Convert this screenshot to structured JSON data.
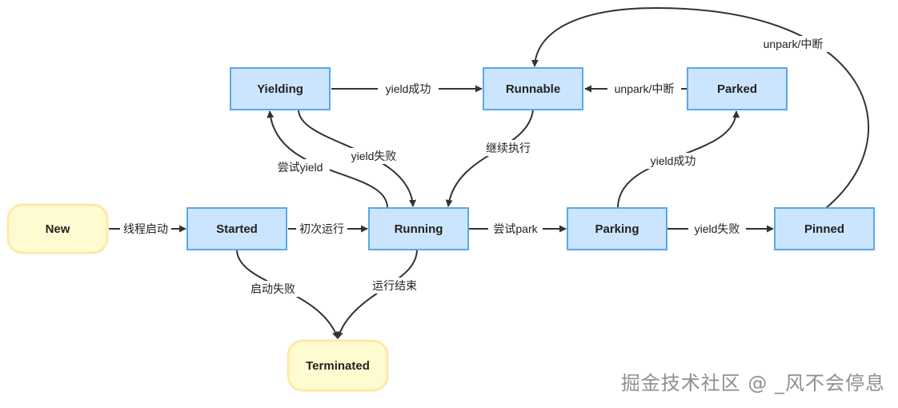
{
  "nodes": {
    "new": "New",
    "started": "Started",
    "running": "Running",
    "yielding": "Yielding",
    "runnable": "Runnable",
    "parked": "Parked",
    "parking": "Parking",
    "pinned": "Pinned",
    "terminated": "Terminated"
  },
  "edges": {
    "new_started": "线程启动",
    "started_running": "初次运行",
    "started_terminated": "启动失败",
    "running_terminated": "运行结束",
    "running_yielding": "尝试yield",
    "yielding_running": "yield失败",
    "yielding_runnable": "yield成功",
    "runnable_running": "继续执行",
    "parked_runnable": "unpark/中断",
    "running_parking": "尝试park",
    "parking_parked": "yield成功",
    "parking_pinned": "yield失败",
    "pinned_runnable": "unpark/中断"
  },
  "watermark": "掘金技术社区 @ _风不会停息",
  "colors": {
    "state_fill": "#cce5ff",
    "state_border": "#5aa8ea",
    "terminal_fill": "#fffbd0",
    "terminal_border": "#fde9a8"
  }
}
